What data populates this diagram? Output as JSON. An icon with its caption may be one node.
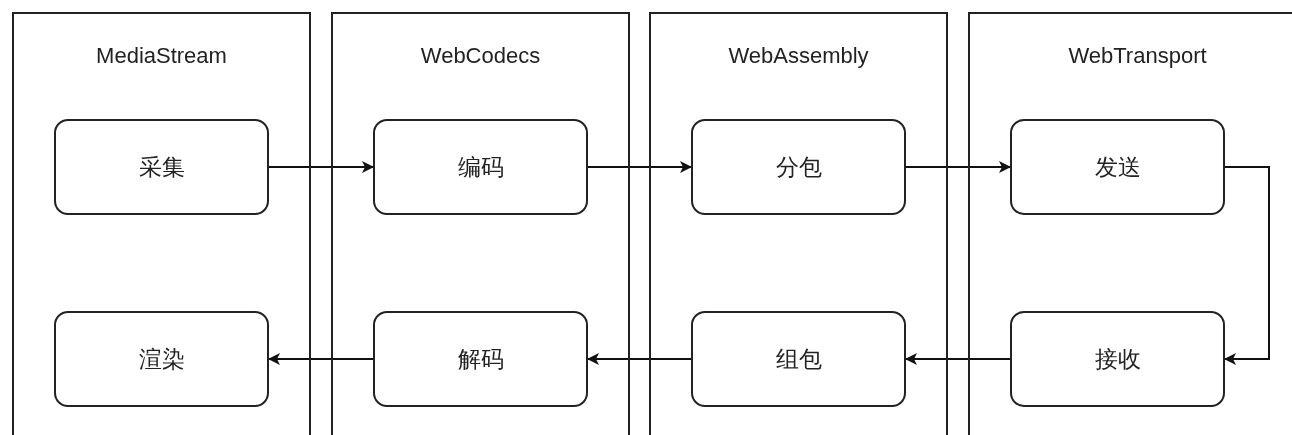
{
  "diagram": {
    "nodes": [
      {
        "text": [
          "MediaStream"
        ]
      },
      {
        "text": [
          "采集"
        ],
        "in": 0
      },
      {
        "text": [
          "渲染"
        ],
        "in": 0
      },
      {
        "text": [
          "WebCodecs"
        ]
      },
      {
        "text": [
          "编码"
        ],
        "in": 3
      },
      {
        "text": [
          "解码"
        ],
        "in": 3
      },
      {
        "text": [
          "WebAssembly"
        ]
      },
      {
        "text": [
          "分包"
        ],
        "in": 6
      },
      {
        "text": [
          "组包"
        ],
        "in": 6
      },
      {
        "text": [
          "WebTransport"
        ]
      },
      {
        "text": [
          "发送"
        ],
        "in": 9
      },
      {
        "text": [
          "接收"
        ],
        "in": 9
      }
    ],
    "edges": [
      {
        "from": 1,
        "to": 4,
        "arrow": "to"
      },
      {
        "from": 4,
        "to": 7,
        "arrow": "to"
      },
      {
        "from": 7,
        "to": 10,
        "arrow": "to"
      },
      {
        "from": 10,
        "to": 11,
        "arrow": "to"
      },
      {
        "from": 11,
        "to": 8,
        "arrow": "to"
      },
      {
        "from": 8,
        "to": 5,
        "arrow": "to"
      },
      {
        "from": 5,
        "to": 2,
        "arrow": "to"
      }
    ]
  }
}
